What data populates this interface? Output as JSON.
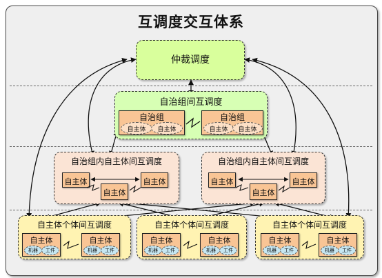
{
  "title": "互调度交互体系",
  "arbitration": {
    "label": "仲裁调度"
  },
  "inter_group": {
    "label": "自治组间互调度",
    "groups": [
      {
        "label": "自治组",
        "members": [
          "自主体",
          "自主体"
        ]
      },
      {
        "label": "自治组",
        "members": [
          "自主体",
          "自主体"
        ]
      }
    ]
  },
  "intra_groups": [
    {
      "label": "自治组内自主体间互调度",
      "agents": [
        "自主体",
        "自主体",
        "自主体"
      ]
    },
    {
      "label": "自治组内自主体间互调度",
      "agents": [
        "自主体",
        "自主体",
        "自主体"
      ]
    }
  ],
  "individual": [
    {
      "label": "自主体个体间互调度",
      "agents": [
        {
          "label": "自主体",
          "parts": [
            "机器",
            "工件"
          ]
        },
        {
          "label": "自主体",
          "parts": [
            "机器",
            "工件"
          ]
        }
      ]
    },
    {
      "label": "自主体个体间互调度",
      "agents": [
        {
          "label": "自主体",
          "parts": [
            "机器",
            "工件"
          ]
        },
        {
          "label": "自主体",
          "parts": [
            "机器",
            "工件"
          ]
        }
      ]
    },
    {
      "label": "自主体个体间互调度",
      "agents": [
        {
          "label": "自主体",
          "parts": [
            "机器",
            "工件"
          ]
        },
        {
          "label": "自主体",
          "parts": [
            "机器",
            "工件"
          ]
        }
      ]
    }
  ]
}
